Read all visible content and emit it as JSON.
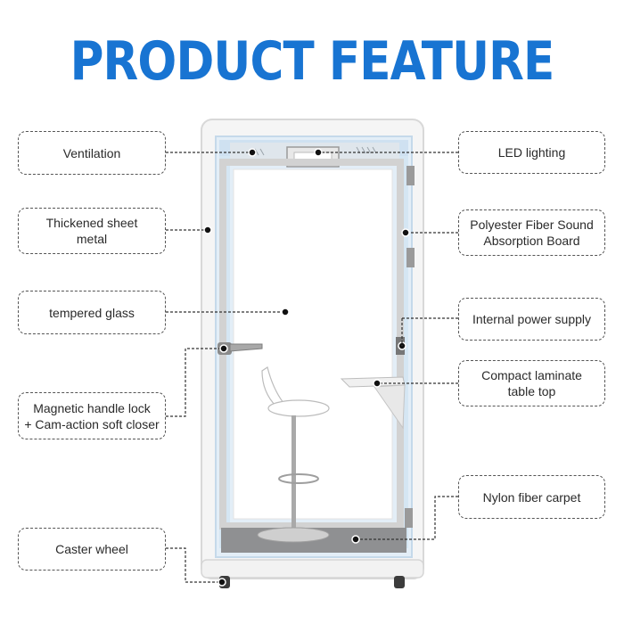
{
  "title": "PRODUCT  FEATURE",
  "callouts_left": [
    "Ventilation",
    "Thickened sheet\nmetal",
    "tempered glass",
    "Magnetic handle lock\n+ Cam-action soft closer",
    "Caster wheel"
  ],
  "callouts_right": [
    "LED lighting",
    "Polyester Fiber Sound\nAbsorption Board",
    "Internal power supply",
    "Compact laminate\ntable top",
    "Nylon fiber carpet"
  ],
  "colors": {
    "title": "#1874d2",
    "frame": "#f4f4f4",
    "inner_glow": "#cfe3f2",
    "carpet": "#8f9092",
    "leader": "#333333"
  }
}
